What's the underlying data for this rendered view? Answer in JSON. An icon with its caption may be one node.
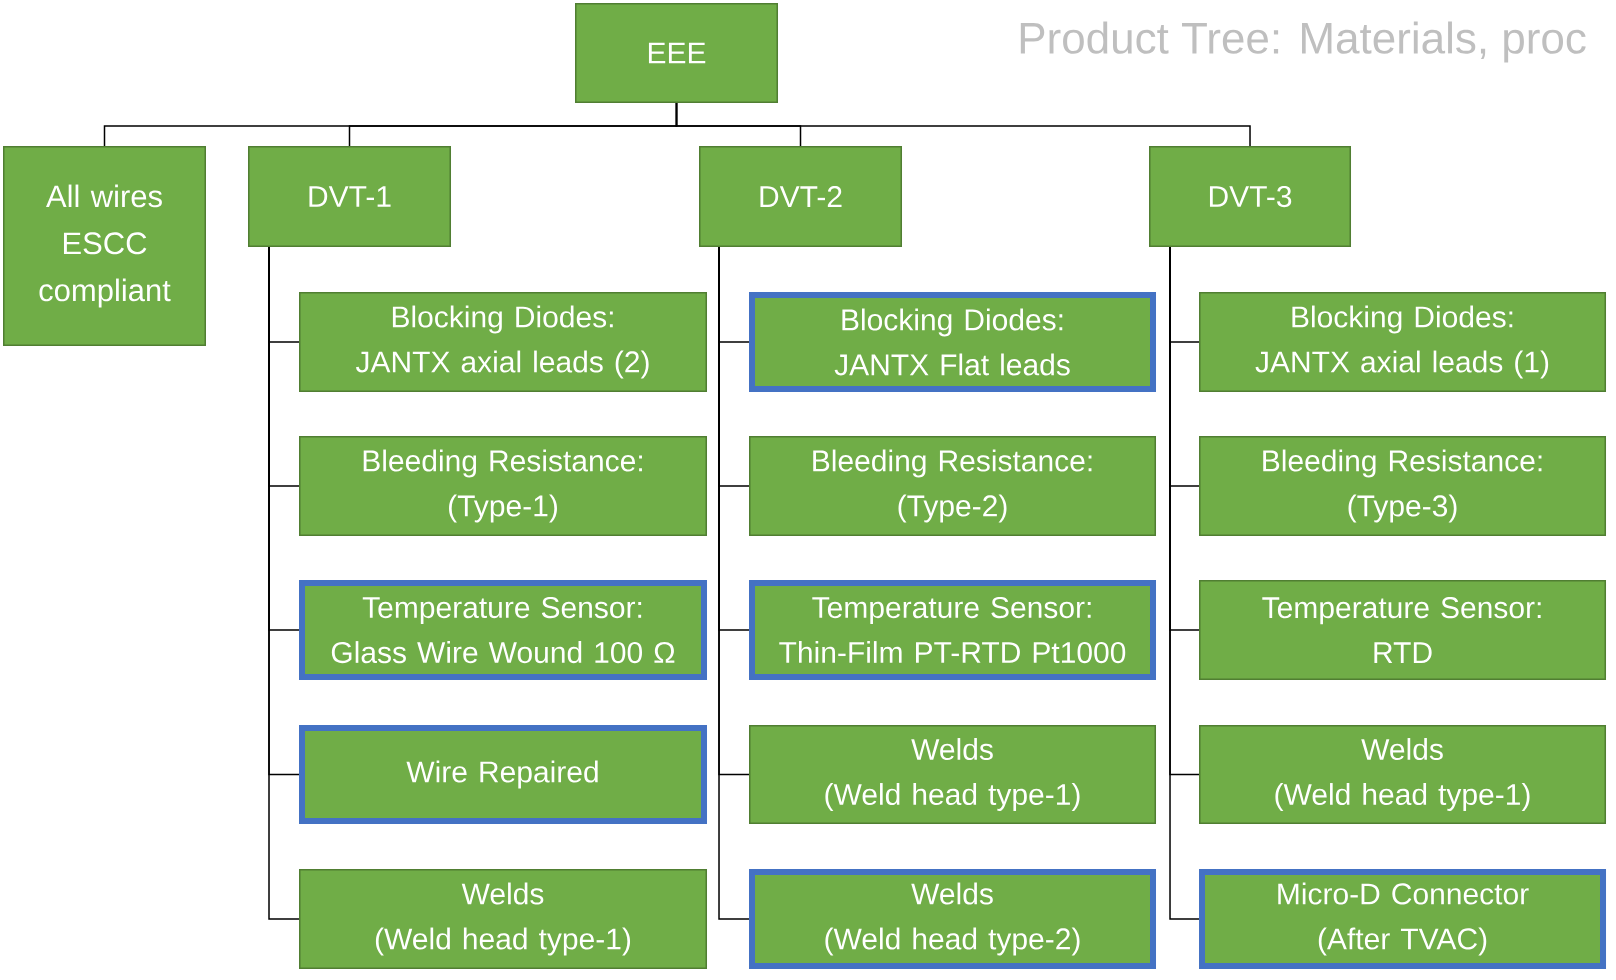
{
  "diagram": {
    "title": "Product Tree: Materials, proc",
    "nodes": [
      {
        "text": [
          "EEE"
        ]
      },
      {
        "text": [
          "All wires ESCC compliant"
        ]
      },
      {
        "text": [
          "DVT-1"
        ]
      },
      {
        "text": [
          "DVT-2"
        ]
      },
      {
        "text": [
          "DVT-3"
        ]
      },
      {
        "text": [
          "Blocking Diodes:",
          "JANTX axial leads (2)"
        ]
      },
      {
        "text": [
          "Bleeding Resistance:",
          "(Type-1)"
        ]
      },
      {
        "text": [
          "Temperature Sensor:",
          "Glass Wire Wound 100 Ω"
        ]
      },
      {
        "text": [
          "Wire Repaired"
        ]
      },
      {
        "text": [
          "Welds",
          "(Weld head type-1)"
        ]
      },
      {
        "text": [
          "Blocking Diodes:",
          "JANTX Flat leads"
        ]
      },
      {
        "text": [
          "Bleeding Resistance:",
          "(Type-2)"
        ]
      },
      {
        "text": [
          "Temperature Sensor:",
          "Thin-Film PT-RTD Pt1000"
        ]
      },
      {
        "text": [
          "Welds",
          "(Weld head type-1)"
        ]
      },
      {
        "text": [
          "Welds",
          "(Weld head type-2)"
        ]
      },
      {
        "text": [
          "Blocking Diodes:",
          "JANTX axial leads (1)"
        ]
      },
      {
        "text": [
          "Bleeding Resistance:",
          "(Type-3)"
        ]
      },
      {
        "text": [
          "Temperature Sensor:",
          "RTD"
        ]
      },
      {
        "text": [
          "Welds",
          "(Weld head type-1)"
        ]
      },
      {
        "text": [
          "Micro-D Connector",
          "(After TVAC)"
        ]
      }
    ],
    "edges": [
      {
        "from": 0,
        "to": 1,
        "arrow": "none"
      },
      {
        "from": 0,
        "to": 2,
        "arrow": "none"
      },
      {
        "from": 0,
        "to": 3,
        "arrow": "none"
      },
      {
        "from": 0,
        "to": 4,
        "arrow": "none"
      },
      {
        "from": 2,
        "to": 5,
        "arrow": "none"
      },
      {
        "from": 2,
        "to": 6,
        "arrow": "none"
      },
      {
        "from": 2,
        "to": 7,
        "arrow": "none"
      },
      {
        "from": 2,
        "to": 8,
        "arrow": "none"
      },
      {
        "from": 2,
        "to": 9,
        "arrow": "none"
      },
      {
        "from": 3,
        "to": 10,
        "arrow": "none"
      },
      {
        "from": 3,
        "to": 11,
        "arrow": "none"
      },
      {
        "from": 3,
        "to": 12,
        "arrow": "none"
      },
      {
        "from": 3,
        "to": 13,
        "arrow": "none"
      },
      {
        "from": 3,
        "to": 14,
        "arrow": "none"
      },
      {
        "from": 4,
        "to": 15,
        "arrow": "none"
      },
      {
        "from": 4,
        "to": 16,
        "arrow": "none"
      },
      {
        "from": 4,
        "to": 17,
        "arrow": "none"
      },
      {
        "from": 4,
        "to": 18,
        "arrow": "none"
      },
      {
        "from": 4,
        "to": 19,
        "arrow": "none"
      }
    ]
  }
}
